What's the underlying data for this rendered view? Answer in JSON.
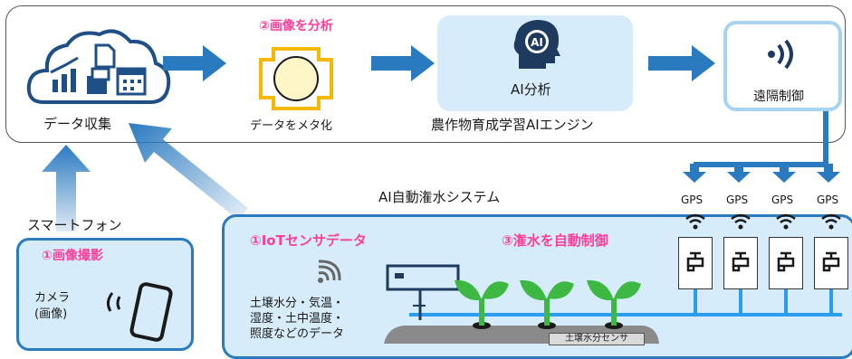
{
  "top": {
    "collect_label": "データ収集",
    "analyze_title": "②画像を分析",
    "meta_label": "データをメタ化",
    "ai_box_label": "AI分析",
    "ai_engine_label": "農作物育成学習AIエンジン",
    "remote_label": "遠隔制御"
  },
  "middle": {
    "smartphone_label": "スマートフォン",
    "system_title": "AI自動潅水システム"
  },
  "phone": {
    "title": "①画像撮影",
    "camera_line1": "カメラ",
    "camera_line2": "(画像)"
  },
  "system": {
    "iot_title": "①IoTセンサデータ",
    "sensor_line1": "土壌水分・気温・",
    "sensor_line2": "湿度・土中温度・",
    "sensor_line3": "照度などのデータ",
    "control_title": "③潅水を自動制御",
    "soil_sensor_label": "土壌水分センサ"
  },
  "gps": {
    "labels": [
      "GPS",
      "GPS",
      "GPS",
      "GPS"
    ]
  },
  "icons": {
    "cloud": "cloud-data-icon",
    "meta": "hexagon-meta-icon",
    "ai": "ai-head-icon",
    "wireless": "wireless-signal-icon",
    "phone": "smartphone-icon",
    "wifi": "wifi-icon",
    "valve": "faucet-valve-icon",
    "sprout": "sprout-icon",
    "sensor": "sensor-box-icon"
  },
  "colors": {
    "arrow": "#2a7ac0",
    "accent": "#ff3d9a",
    "panel_fill": "#d6ecfa",
    "plant": "#3cb843"
  }
}
